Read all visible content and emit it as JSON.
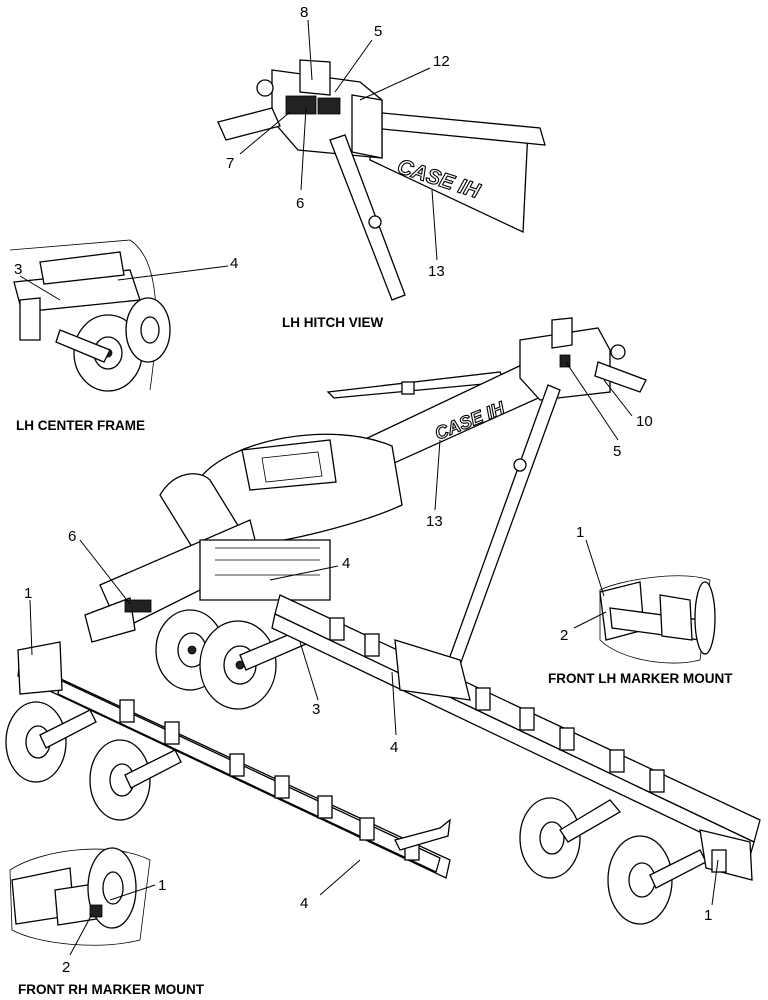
{
  "brand_text": "CASE IH",
  "captions": {
    "lh_hitch_view": "LH HITCH VIEW",
    "lh_center_frame": "LH CENTER FRAME",
    "front_lh_marker_mount": "FRONT LH MARKER MOUNT",
    "front_rh_marker_mount": "FRONT RH MARKER MOUNT"
  },
  "callouts": {
    "hitch_8": "8",
    "hitch_5": "5",
    "hitch_12": "12",
    "hitch_7": "7",
    "hitch_6": "6",
    "hitch_13": "13",
    "center_3": "3",
    "center_4": "4",
    "main_10": "10",
    "main_5": "5",
    "main_13": "13",
    "main_6": "6",
    "main_4_upper": "4",
    "main_3": "3",
    "main_4_mid": "4",
    "main_4_lower": "4",
    "main_1_left": "1",
    "main_1_right": "1",
    "lh_mount_1": "1",
    "lh_mount_2": "2",
    "rh_mount_1": "1",
    "rh_mount_2": "2"
  }
}
